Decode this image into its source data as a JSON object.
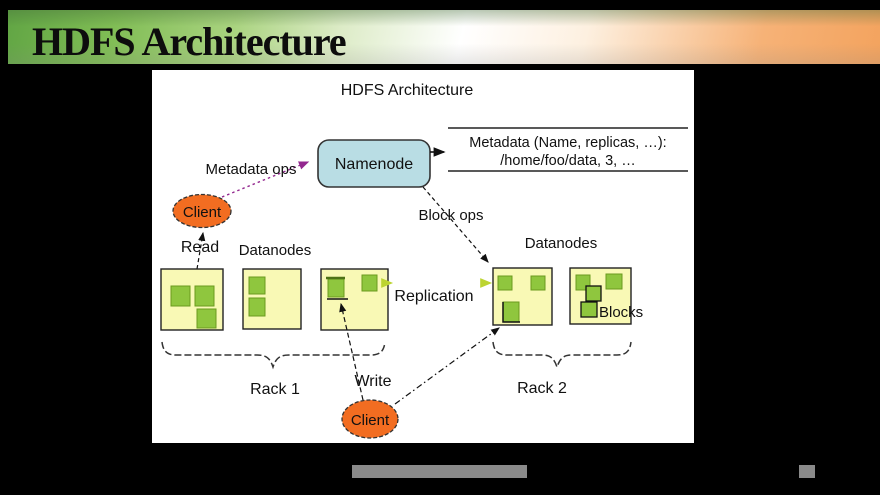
{
  "slide": {
    "title": "HDFS Architecture"
  },
  "diagram": {
    "title": "HDFS Architecture",
    "namenode": {
      "label": "Namenode"
    },
    "metadata_note": {
      "line1": "Metadata (Name, replicas, …):",
      "line2": "/home/foo/data, 3, …"
    },
    "clients": {
      "top": "Client",
      "bottom": "Client"
    },
    "edge_labels": {
      "metadata_ops": "Metadata ops",
      "block_ops": "Block ops",
      "read": "Read",
      "write": "Write",
      "replication": "Replication"
    },
    "group_labels": {
      "datanodes_left": "Datanodes",
      "datanodes_right": "Datanodes",
      "rack1": "Rack 1",
      "rack2": "Rack 2",
      "blocks": "Blocks"
    },
    "colors": {
      "namenode_fill": "#b9dde4",
      "datanode_fill": "#f9f9b5",
      "block_fill": "#8fc63e",
      "block_border": "#6b9a1f",
      "client_fill": "#f26d21",
      "metadata_ops_arrow": "#93278f",
      "replication_arrow": "#bcd431"
    }
  }
}
